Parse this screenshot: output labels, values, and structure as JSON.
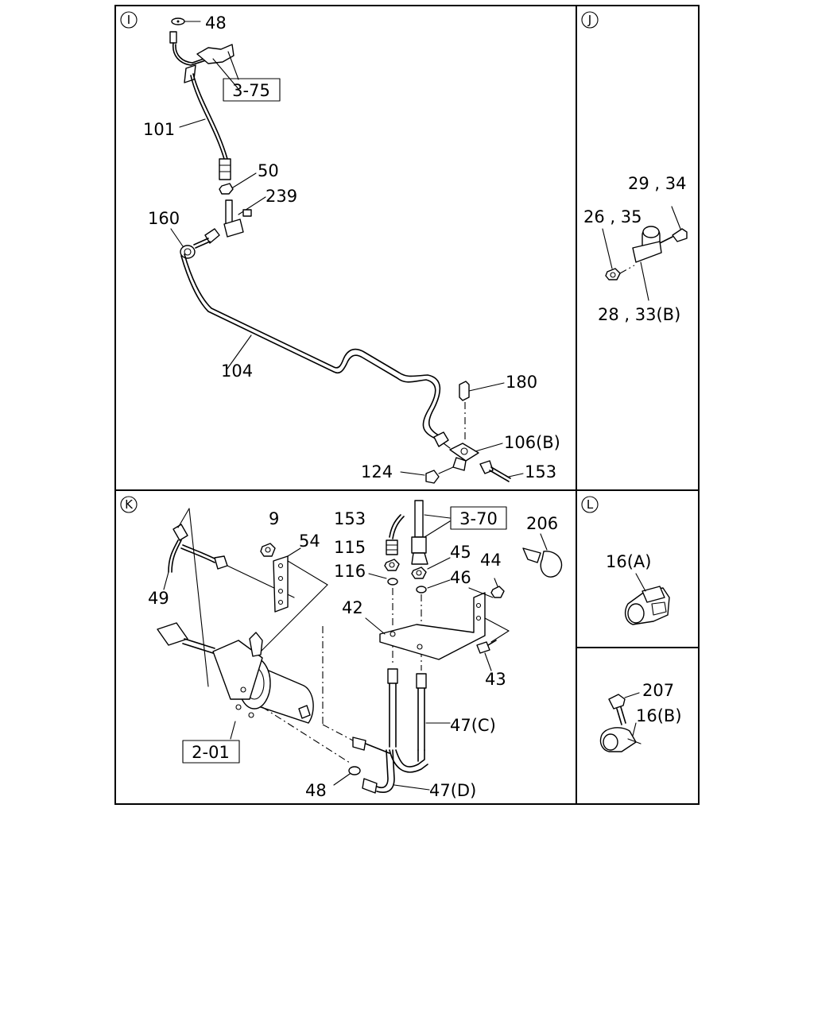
{
  "sections": {
    "I": {
      "letter": "I"
    },
    "J": {
      "letter": "J"
    },
    "K": {
      "letter": "K"
    },
    "L": {
      "letter": "L"
    }
  },
  "labels": {
    "i_48": "48",
    "i_3_75": "3-75",
    "i_101": "101",
    "i_50": "50",
    "i_239": "239",
    "i_160": "160",
    "i_104": "104",
    "i_180": "180",
    "i_106b": "106(B)",
    "i_124": "124",
    "i_153": "153",
    "j_29_34": "29 , 34",
    "j_26_35": "26 , 35",
    "j_28_33b": "28 , 33(B)",
    "k_9": "9",
    "k_54": "54",
    "k_153": "153",
    "k_3_70": "3-70",
    "k_206": "206",
    "k_115": "115",
    "k_45": "45",
    "k_116": "116",
    "k_46": "46",
    "k_44": "44",
    "k_42": "42",
    "k_49": "49",
    "k_43": "43",
    "k_47c": "47(C)",
    "k_2_01": "2-01",
    "k_48": "48",
    "k_47d": "47(D)",
    "l_16a": "16(A)",
    "l_207": "207",
    "l_16b": "16(B)"
  }
}
